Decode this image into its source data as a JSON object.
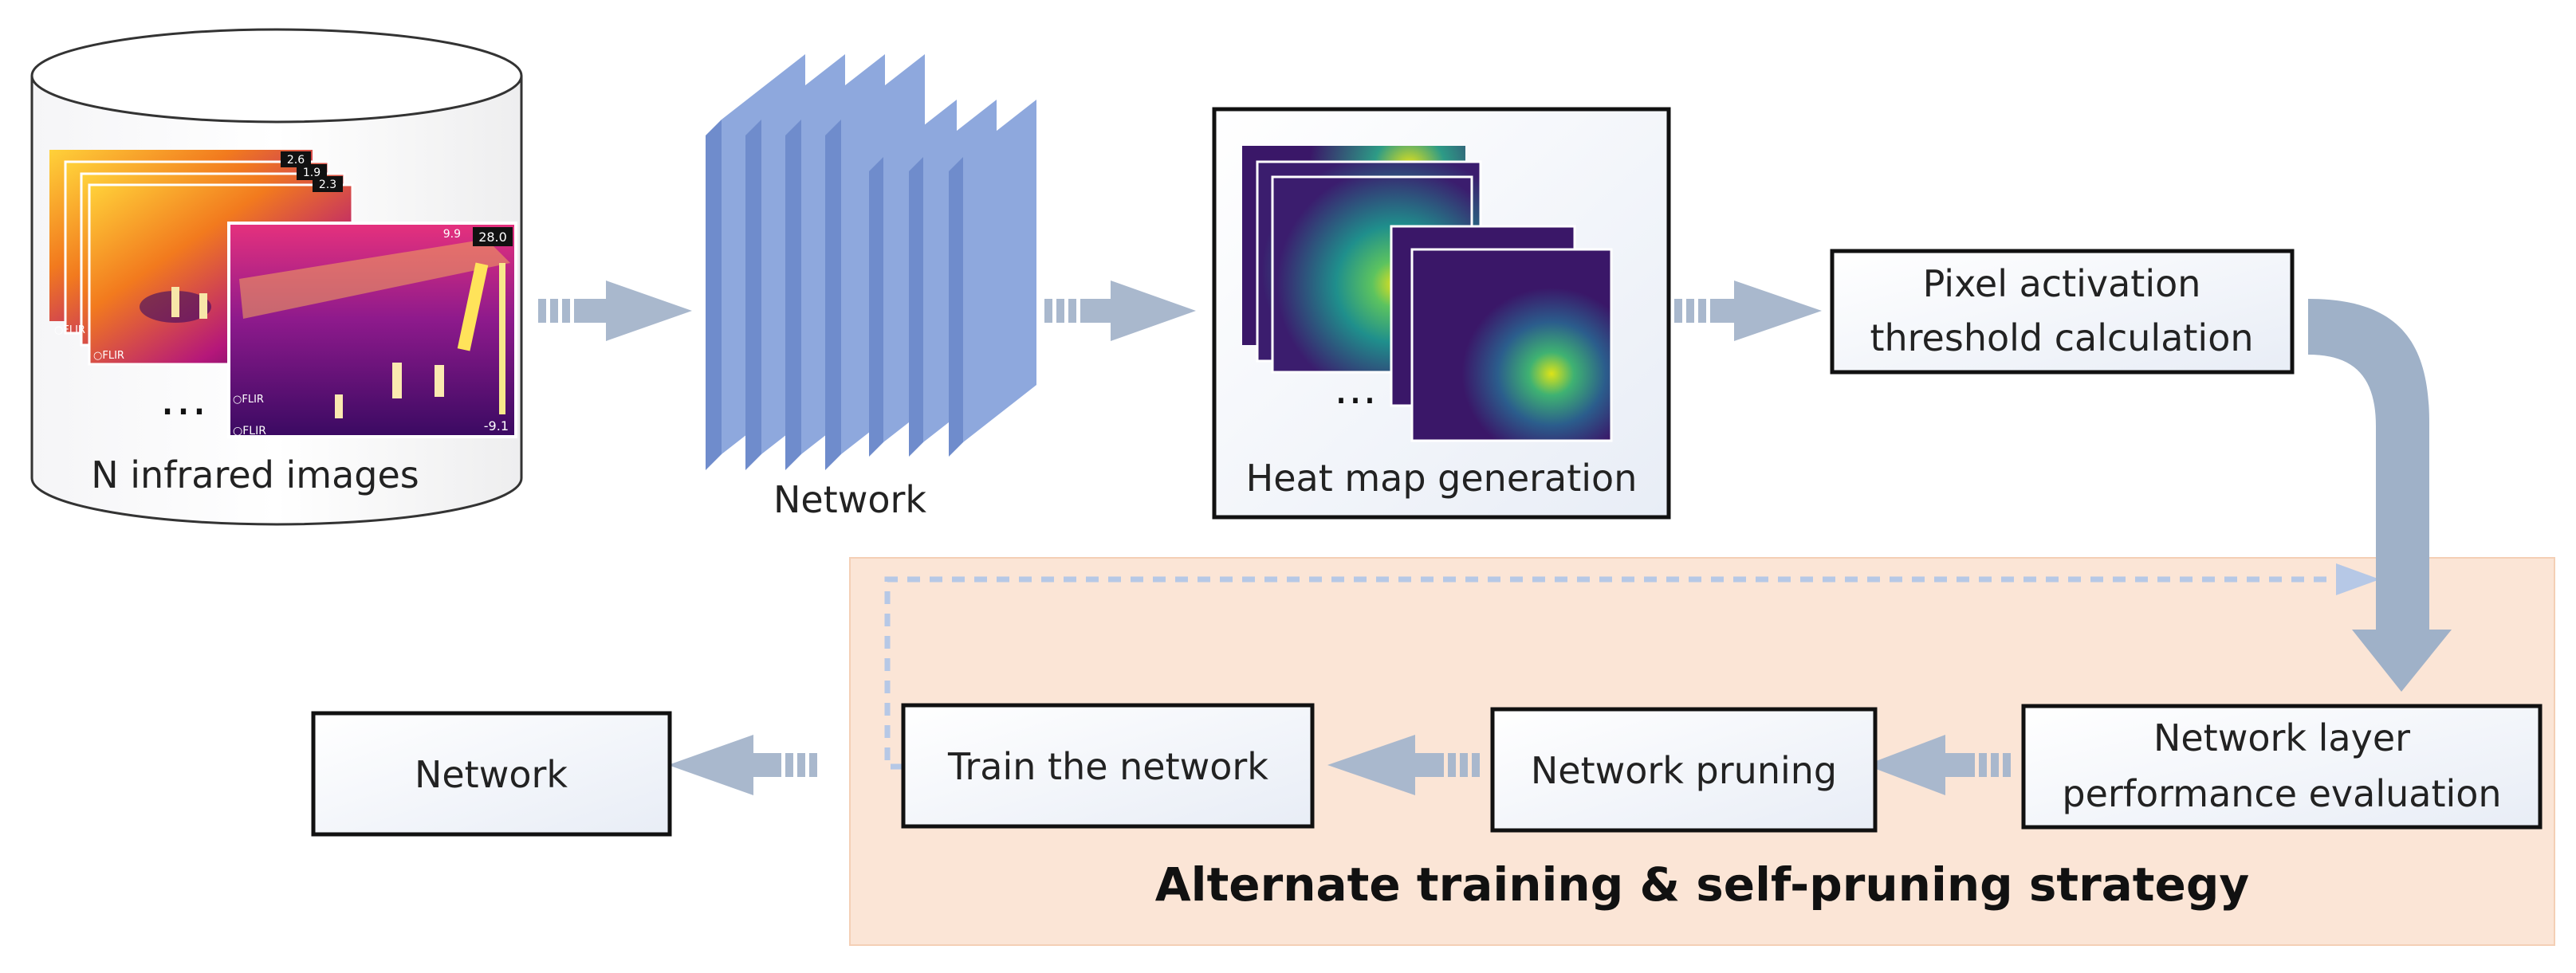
{
  "colors": {
    "arrow": "#a9b8cd",
    "arrow_big": "#9fb1c8",
    "layer": "#8ea8dd",
    "strategy_bg": "#fbe5d6",
    "dashed": "#b6c8e6",
    "box_stroke": "#111111"
  },
  "dataset": {
    "caption": "N infrared images",
    "ellipsis": "…",
    "thermal_badges": [
      "2.6",
      "1.9",
      "2.3",
      "9.9",
      "28.0"
    ],
    "min_badge": "-9.1",
    "brand": "○FLIR"
  },
  "network_stack": {
    "label": "Network"
  },
  "heatmap": {
    "caption": "Heat map generation",
    "ellipsis": "…"
  },
  "threshold": {
    "line1": "Pixel activation",
    "line2": "threshold calculation"
  },
  "strategy": {
    "title": "Alternate training & self-pruning strategy",
    "evaluation": {
      "line1": "Network layer",
      "line2": "performance evaluation"
    },
    "pruning": {
      "label": "Network pruning"
    },
    "train": {
      "label": "Train the network"
    }
  },
  "output": {
    "label": "Network"
  }
}
